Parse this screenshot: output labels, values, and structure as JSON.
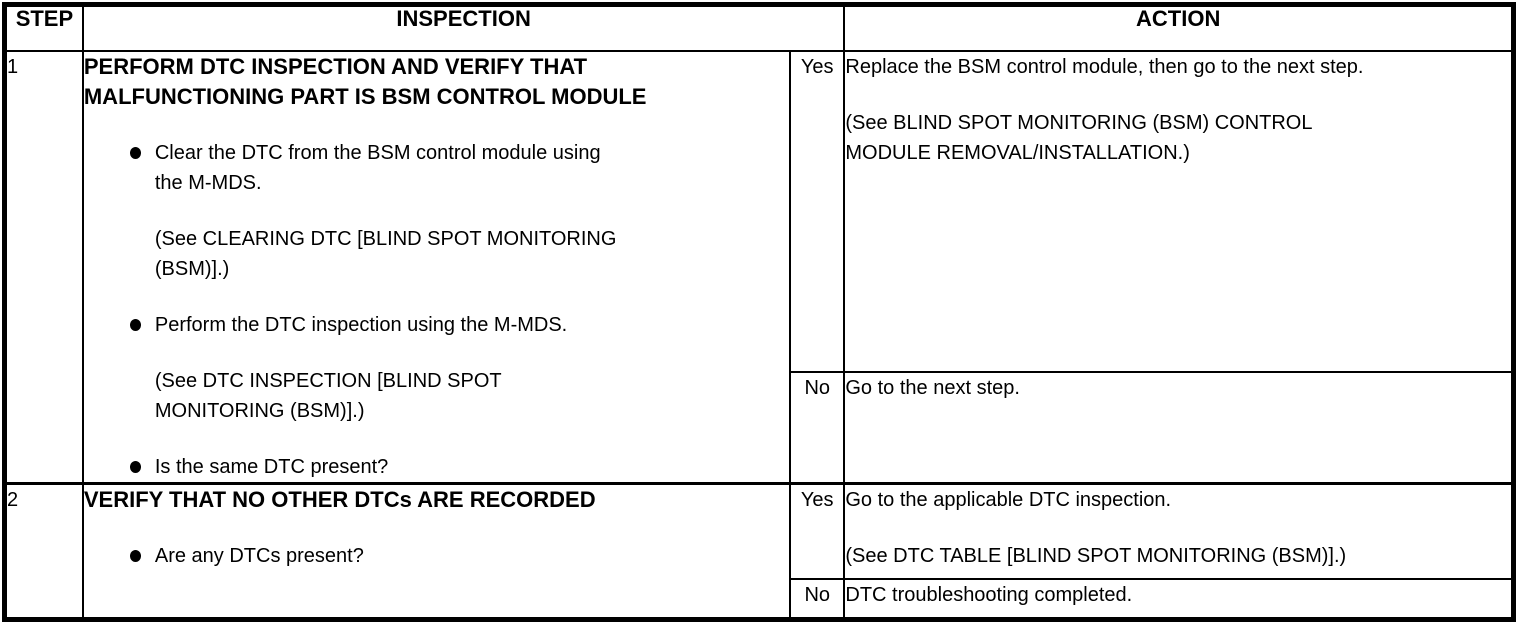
{
  "table": {
    "headers": {
      "step": "STEP",
      "inspection": "INSPECTION",
      "action": "ACTION"
    },
    "steps": [
      {
        "number": "1",
        "title": "PERFORM DTC INSPECTION AND VERIFY THAT\nMALFUNCTIONING PART IS BSM CONTROL MODULE",
        "bullets": [
          {
            "text": "Clear the DTC from the BSM control module using\nthe M-MDS.",
            "see": "(See CLEARING DTC [BLIND SPOT MONITORING\n(BSM)].)"
          },
          {
            "text": "Perform the DTC inspection using the M-MDS.",
            "see": "(See DTC INSPECTION [BLIND SPOT\nMONITORING (BSM)].)"
          },
          {
            "text": "Is the same DTC present?"
          }
        ],
        "yes": {
          "label": "Yes",
          "text": "Replace the BSM control module, then go to the next step.",
          "see": "(See BLIND SPOT MONITORING (BSM) CONTROL\nMODULE REMOVAL/INSTALLATION.)"
        },
        "no": {
          "label": "No",
          "text": "Go to the next step."
        }
      },
      {
        "number": "2",
        "title": "VERIFY THAT NO OTHER DTCs ARE RECORDED",
        "bullets": [
          {
            "text": "Are any DTCs present?"
          }
        ],
        "yes": {
          "label": "Yes",
          "text": "Go to the applicable DTC inspection.",
          "see": "(See DTC TABLE [BLIND SPOT MONITORING (BSM)].)"
        },
        "no": {
          "label": "No",
          "text": "DTC troubleshooting completed."
        }
      }
    ]
  }
}
